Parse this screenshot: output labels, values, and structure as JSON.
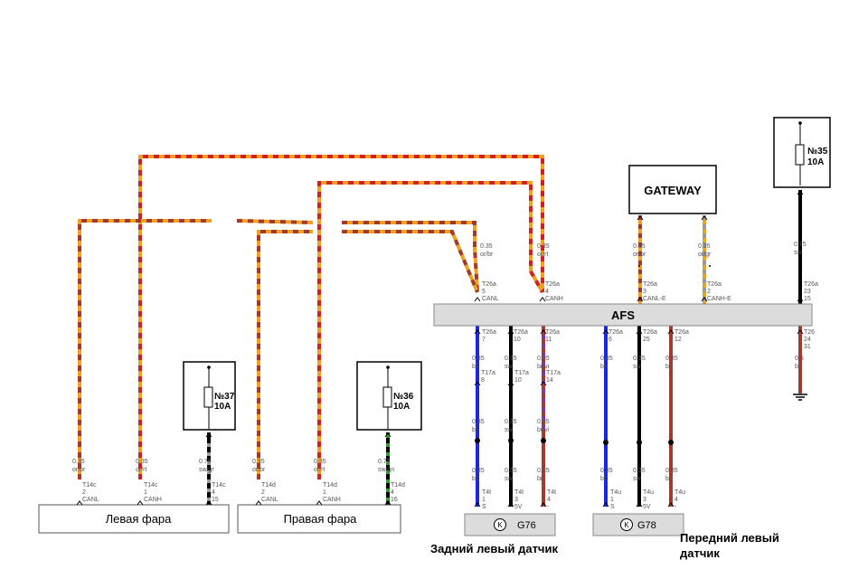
{
  "colors": {
    "or": "#f0a020",
    "rt": "#d42020",
    "br": "#a33a30",
    "bl": "#1a2ad8",
    "sw": "#000000",
    "gr": "#9a9a9a",
    "gn": "#2aa02a",
    "vi": "#7a3aa0",
    "box_fill": "#dcdcdc"
  },
  "blocks": {
    "afs": "AFS",
    "gateway": "GATEWAY",
    "left_headlight": "Левая фара",
    "right_headlight": "Правая фара",
    "sensor_rear_left": "G76",
    "sensor_front_left": "G78",
    "sensor_symbol": "K"
  },
  "fuses": [
    {
      "id": "fuse-35",
      "label": "№35",
      "rating": "10A"
    },
    {
      "id": "fuse-37",
      "label": "№37",
      "rating": "10A"
    },
    {
      "id": "fuse-36",
      "label": "№36",
      "rating": "10A"
    }
  ],
  "captions": {
    "rear_left_sensor": "Задний левый датчик",
    "front_left_sensor": "Передний левый датчик"
  },
  "wires": {
    "afs_can_low": {
      "gauge": "0.35",
      "color": "or/br",
      "connector": "T26a",
      "pin": "5",
      "signal": "CANL"
    },
    "afs_can_high": {
      "gauge": "0.35",
      "color": "or/rt",
      "connector": "T26a",
      "pin": "4",
      "signal": "CANH"
    },
    "afs_canl_e": {
      "gauge": "0.35",
      "color": "or/br",
      "connector": "T26a",
      "pin": "3",
      "signal": "CANL-E"
    },
    "afs_canh_e": {
      "gauge": "0.35",
      "color": "or/gr",
      "connector": "T26a",
      "pin": "2",
      "signal": "CANH-E"
    },
    "afs_supply": {
      "gauge": "0.75",
      "color": "sw",
      "connector": "T26a",
      "pin": "23",
      "pin2": "15"
    },
    "afs_ground": {
      "gauge": "0.5",
      "color": "br",
      "connector": "T26",
      "pin": "24",
      "pin2": "31"
    },
    "afs_p7": {
      "connector": "T26a",
      "pin": "7",
      "gauge": "0.35",
      "color": "bl"
    },
    "afs_p10": {
      "connector": "T26a",
      "pin": "10",
      "gauge": "0.35",
      "color": "sw"
    },
    "afs_p11": {
      "connector": "T26a",
      "pin": "11",
      "gauge": "0.35",
      "color": "br/vi"
    },
    "afs_p6": {
      "connector": "T26a",
      "pin": "6",
      "gauge": "0.35",
      "color": "bl"
    },
    "afs_p25": {
      "connector": "T26a",
      "pin": "25",
      "gauge": "0.35",
      "color": "sw"
    },
    "afs_p12": {
      "connector": "T26a",
      "pin": "12",
      "gauge": "0.35",
      "color": "br"
    },
    "t17a_8": {
      "connector": "T17a",
      "pin": "8",
      "gauge": "0.35",
      "color": "bl"
    },
    "t17a_10": {
      "connector": "T17a",
      "pin": "10",
      "gauge": "0.35",
      "color": "sw"
    },
    "t17a_14": {
      "connector": "T17a",
      "pin": "14",
      "gauge": "0.35",
      "color": "br/vi"
    },
    "g76_s": {
      "gauge": "0.35",
      "color": "bl",
      "connector": "T4t",
      "pin": "1",
      "signal": "S"
    },
    "g76_5v": {
      "gauge": "0.35",
      "color": "sw",
      "connector": "T4t",
      "pin": "3",
      "signal": "5V"
    },
    "g76_gnd": {
      "gauge": "0.35",
      "color": "br",
      "connector": "T4t",
      "pin": "4",
      "signal": "-"
    },
    "g78_s": {
      "gauge": "0.35",
      "color": "bl",
      "connector": "T4u",
      "pin": "1",
      "signal": "S"
    },
    "g78_5v": {
      "gauge": "0.35",
      "color": "sw",
      "connector": "T4u",
      "pin": "3",
      "signal": "5V"
    },
    "g78_gnd": {
      "gauge": "0.35",
      "color": "br",
      "connector": "T4u",
      "pin": "4",
      "signal": "-"
    },
    "lh_canl": {
      "gauge": "0.35",
      "color": "or/br",
      "connector": "T14c",
      "pin": "2",
      "signal": "CANL"
    },
    "lh_canh": {
      "gauge": "0.35",
      "color": "or/rt",
      "connector": "T14c",
      "pin": "1",
      "signal": "CANH"
    },
    "lh_15": {
      "gauge": "0.75",
      "color": "sw/gr",
      "connector": "T14c",
      "pin": "4",
      "signal": "15"
    },
    "rh_canl": {
      "gauge": "0.35",
      "color": "or/br",
      "connector": "T14d",
      "pin": "2",
      "signal": "CANL"
    },
    "rh_canh": {
      "gauge": "0.35",
      "color": "or/rt",
      "connector": "T14d",
      "pin": "1",
      "signal": "CANH"
    },
    "rh_16": {
      "gauge": "0.75",
      "color": "sw/gn",
      "connector": "T14d",
      "pin": "4",
      "signal": "16"
    }
  }
}
